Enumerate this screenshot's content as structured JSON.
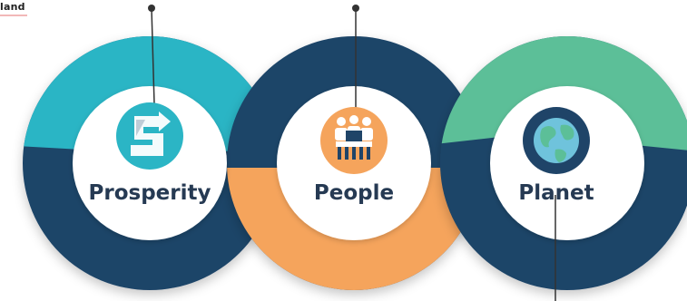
{
  "corner_text": "land",
  "pillars": [
    {
      "id": "prosperity",
      "label": "Prosperity",
      "icon": "rising-arrow-s-icon"
    },
    {
      "id": "people",
      "label": "People",
      "icon": "people-meeting-icon"
    },
    {
      "id": "planet",
      "label": "Planet",
      "icon": "globe-icon"
    }
  ],
  "colors": {
    "navy": "#1f4468",
    "teal": "#2bb5c5",
    "orange": "#f5a45c",
    "green": "#5cbf98",
    "text": "#263a53",
    "white": "#ffffff"
  }
}
